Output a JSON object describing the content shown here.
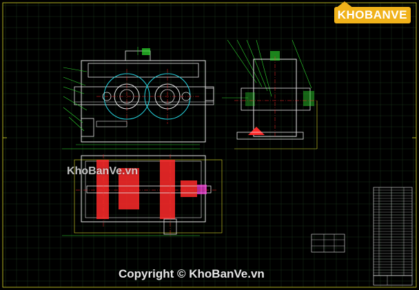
{
  "logo": {
    "text": "KHOBANVE"
  },
  "watermark": {
    "mid": "KhoBanVe.vn"
  },
  "copyright": {
    "text": "Copyright © KhoBanVe.vn"
  },
  "colors": {
    "background": "#000000",
    "grid": "#17321a",
    "frame": "#dede2a",
    "line_green": "#2fdc2f",
    "line_white": "#e8e8e8",
    "line_cyan": "#27d7e3",
    "line_red": "#ff2a2a",
    "line_magenta": "#ff3de0",
    "logo_orange": "#f0b21a"
  }
}
